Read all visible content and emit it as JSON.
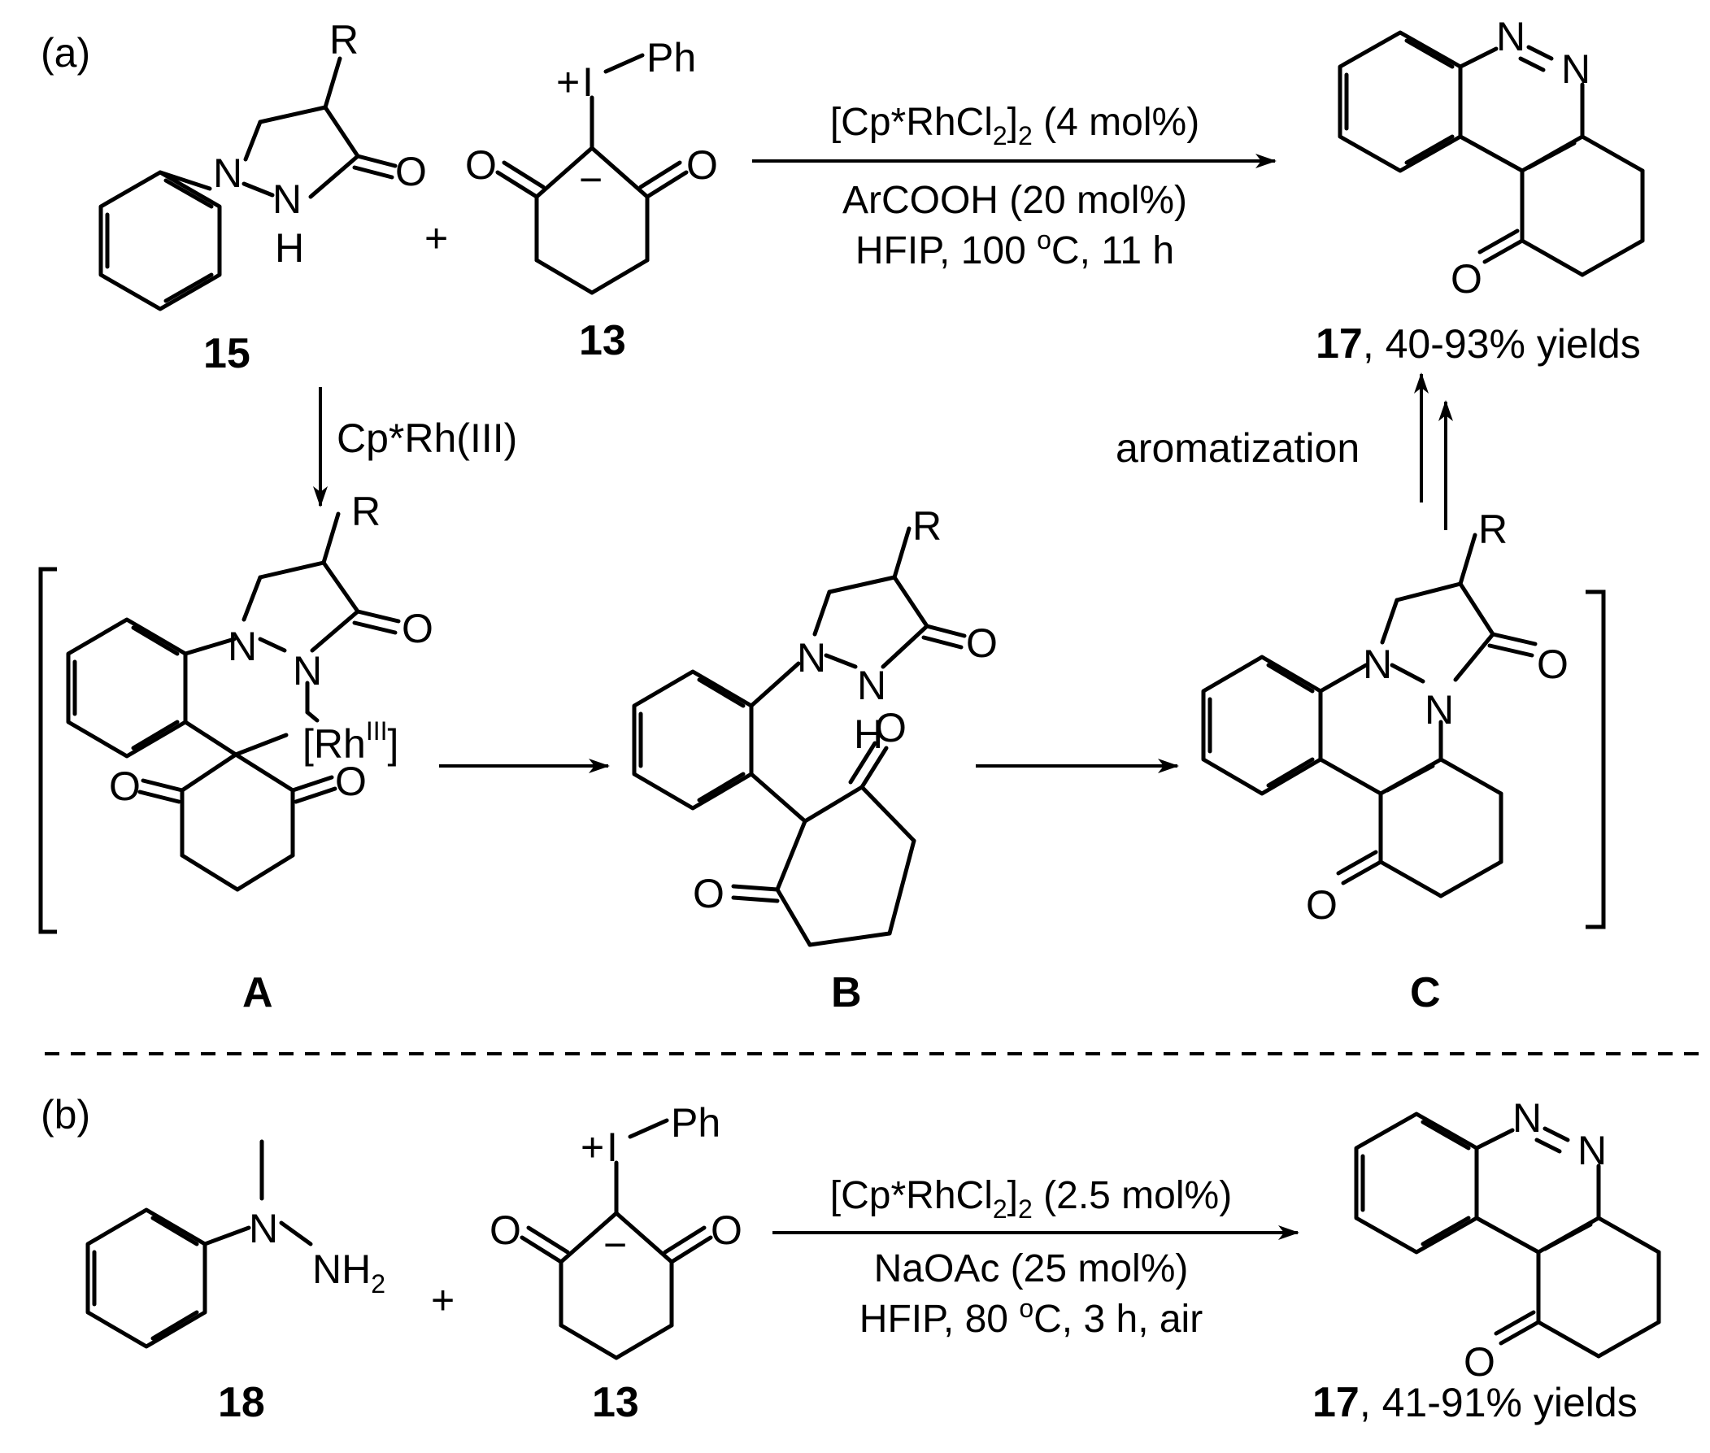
{
  "panels": {
    "a": "(a)",
    "b": "(b)"
  },
  "atoms": {
    "R": "R",
    "N": "N",
    "H": "H",
    "O": "O",
    "I": "I",
    "Ph": "Ph",
    "plus": "+",
    "minus": "−",
    "NH": "NH",
    "NH2": "NH",
    "NH2_sub": "2",
    "Rh": "[Rh",
    "Rh_sup": "III",
    "Rh_close": "]"
  },
  "compounds": {
    "c15": "15",
    "c13": "13",
    "c17": "17",
    "c18": "18",
    "A": "A",
    "B": "B",
    "C": "C"
  },
  "yields": {
    "a": ", 40-93% yields",
    "b": ", 41-91% yields"
  },
  "conditions": {
    "a": {
      "line1_pre": "[Cp*RhCl",
      "line1_sub1": "2",
      "line1_mid": "]",
      "line1_sub2": "2",
      "line1_post": " (4 mol%)",
      "line2": "ArCOOH (20 mol%)",
      "line3_pre": "HFIP,  100 ",
      "line3_sup": "o",
      "line3_post": "C, 11 h"
    },
    "b": {
      "line1_pre": "[Cp*RhCl",
      "line1_sub1": "2",
      "line1_mid": "]",
      "line1_sub2": "2",
      "line1_post": " (2.5 mol%)",
      "line2": "NaOAc (25 mol%)",
      "line3_pre": "HFIP,  80 ",
      "line3_sup": "o",
      "line3_post": "C, 3 h, air"
    },
    "cp_rh": "Cp*Rh(III)",
    "aromatization": "aromatization"
  }
}
